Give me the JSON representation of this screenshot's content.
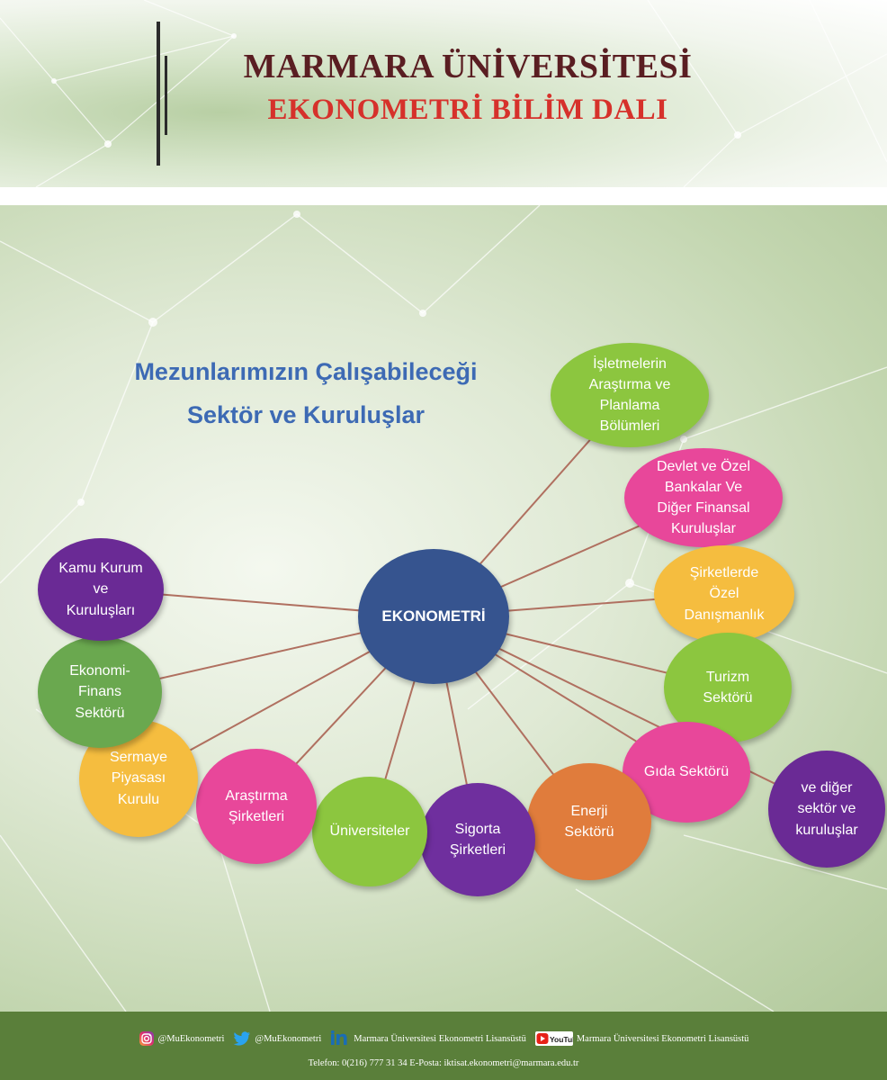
{
  "header": {
    "university": "MARMARA ÜNİVERSİTESİ",
    "department": "EKONOMETRİ BİLİM DALI"
  },
  "heading": {
    "line1": "Mezunlarımızın Çalışabileceği",
    "line2": "Sektör ve Kuruluşlar"
  },
  "diagram": {
    "center": {
      "label": "EKONOMETRİ",
      "color": "#36548f"
    },
    "nodes": [
      {
        "id": "isletmelerin",
        "label": "İşletmelerin\nAraştırma ve\nPlanlama\nBölümleri",
        "color": "#8cc63f"
      },
      {
        "id": "bankalar",
        "label": "Devlet ve Özel\nBankalar Ve\nDiğer Finansal\nKuruluşlar",
        "color": "#e8479a"
      },
      {
        "id": "danismanlik",
        "label": "Şirketlerde\nÖzel\nDanışmanlık",
        "color": "#f5bd3f"
      },
      {
        "id": "turizm",
        "label": "Turizm\nSektörü",
        "color": "#8cc63f"
      },
      {
        "id": "gida",
        "label": "Gıda Sektörü",
        "color": "#e8479a"
      },
      {
        "id": "diger",
        "label": "ve diğer\nsektör ve\nkuruluşlar",
        "color": "#6a2a95"
      },
      {
        "id": "enerji",
        "label": "Enerji\nSektörü",
        "color": "#e07c3c"
      },
      {
        "id": "sigorta",
        "label": "Sigorta\nŞirketleri",
        "color": "#6f2f9e"
      },
      {
        "id": "universiteler",
        "label": "Üniversiteler",
        "color": "#8cc63f"
      },
      {
        "id": "arastirma",
        "label": "Araştırma\nŞirketleri",
        "color": "#e8479a"
      },
      {
        "id": "sermaye",
        "label": "Sermaye\nPiyasası\nKurulu",
        "color": "#f5bd3f"
      },
      {
        "id": "ekonomi",
        "label": "Ekonomi-\nFinans\nSektörü",
        "color": "#6aa84f"
      },
      {
        "id": "kamu",
        "label": "Kamu Kurum\nve\nKuruluşları",
        "color": "#6a2a95"
      }
    ],
    "line_color": "#b07060"
  },
  "footer": {
    "instagram": "@MuEkonometri",
    "twitter": "@MuEkonometri",
    "linkedin": "Marmara Üniversitesi Ekonometri Lisansüstü",
    "youtube_logo_text": "YouTube",
    "youtube": "Marmara Üniversitesi Ekonometri Lisansüstü",
    "contact": "Telefon: 0(216) 777 31 34 E-Posta: iktisat.ekonometri@marmara.edu.tr"
  }
}
